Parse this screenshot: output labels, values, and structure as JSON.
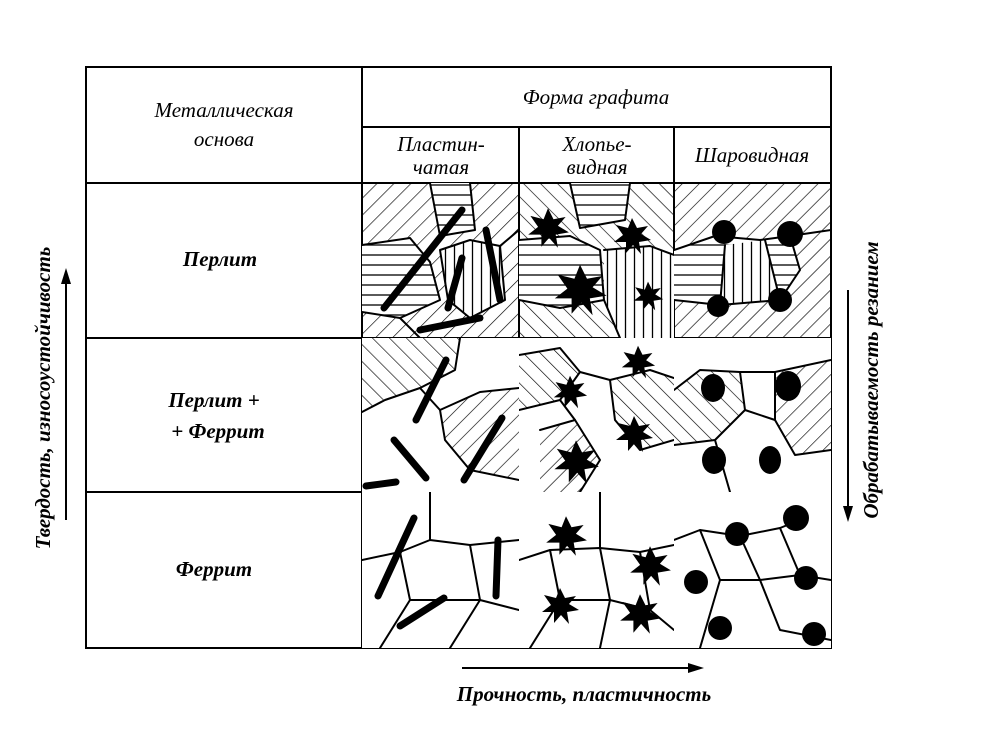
{
  "table": {
    "corner_header_line1": "Металлическая",
    "corner_header_line2": "основа",
    "graphite_header": "Форма графита",
    "columns": [
      {
        "line1": "Пластин-",
        "line2": "чатая"
      },
      {
        "line1": "Хлопье-",
        "line2": "видная"
      },
      {
        "line1": "Шаровидная",
        "line2": ""
      }
    ],
    "rows": [
      {
        "line1": "Перлит",
        "line2": ""
      },
      {
        "line1": "Перлит +",
        "line2": "+ Феррит"
      },
      {
        "line1": "Феррит",
        "line2": ""
      }
    ]
  },
  "axes": {
    "left_label": "Твердость, износоустойчивость",
    "right_label": "Обрабатываемость резанием",
    "bottom_label": "Прочность, пластичность"
  }
}
